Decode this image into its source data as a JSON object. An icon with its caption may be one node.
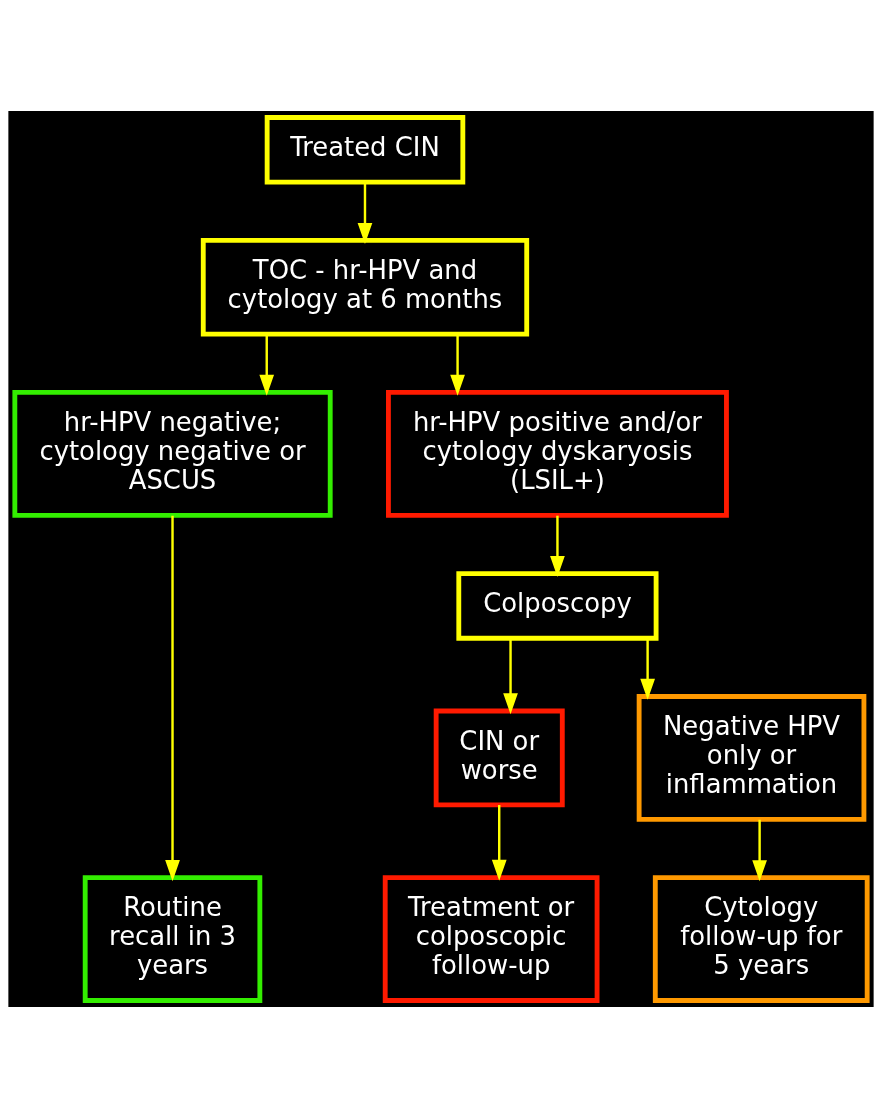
{
  "diagram": {
    "nodes": [
      {
        "text": [
          "Treated CIN"
        ]
      },
      {
        "text": [
          "TOC - hr-HPV and cytology at 6 months"
        ]
      },
      {
        "text": [
          "hr-HPV negative; cytology negative or ASCUS"
        ]
      },
      {
        "text": [
          "hr-HPV positive and/or cytology dyskaryosis (LSIL+)"
        ]
      },
      {
        "text": [
          "Colposcopy"
        ]
      },
      {
        "text": [
          "CIN or worse"
        ]
      },
      {
        "text": [
          "Negative HPV only or inflammation"
        ]
      },
      {
        "text": [
          "Routine recall in 3 years"
        ]
      },
      {
        "text": [
          "Treatment or colposcopic follow-up"
        ]
      },
      {
        "text": [
          "Cytology follow-up for 5 years"
        ]
      }
    ],
    "edges": [
      {
        "from": 0,
        "to": 1,
        "arrow": "to"
      },
      {
        "from": 1,
        "to": 2,
        "arrow": "to"
      },
      {
        "from": 1,
        "to": 3,
        "arrow": "to"
      },
      {
        "from": 3,
        "to": 4,
        "arrow": "to"
      },
      {
        "from": 4,
        "to": 5,
        "arrow": "to"
      },
      {
        "from": 4,
        "to": 6,
        "arrow": "to"
      },
      {
        "from": 2,
        "to": 7,
        "arrow": "to"
      },
      {
        "from": 5,
        "to": 8,
        "arrow": "to"
      },
      {
        "from": 6,
        "to": 9,
        "arrow": "to"
      }
    ]
  }
}
